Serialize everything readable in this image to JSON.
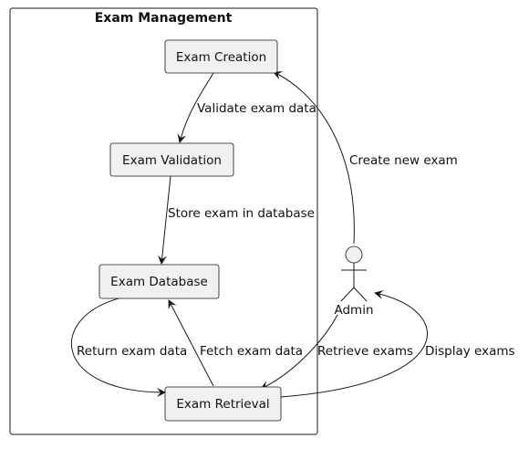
{
  "package": {
    "title": "Exam Management"
  },
  "nodes": {
    "creation": "Exam Creation",
    "validation": "Exam Validation",
    "database": "Exam Database",
    "retrieval": "Exam Retrieval"
  },
  "actor": {
    "label": "Admin"
  },
  "edges": {
    "validate": "Validate exam data",
    "store": "Store exam in database",
    "return": "Return exam data",
    "fetch": "Fetch exam data",
    "create": "Create new exam",
    "retrieve": "Retrieve exams",
    "display": "Display exams"
  }
}
